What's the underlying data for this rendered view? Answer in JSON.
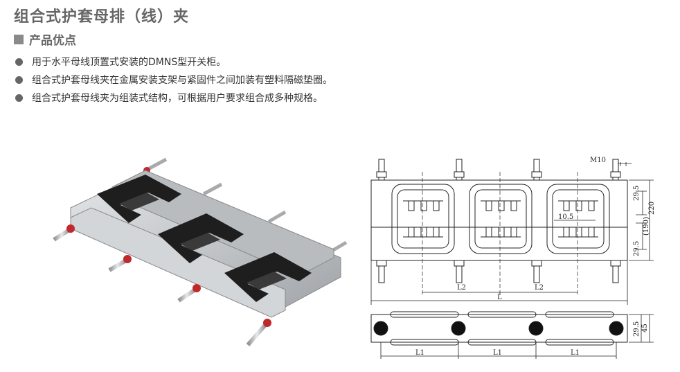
{
  "page": {
    "title": "组合式护套母排（线）夹",
    "section_title": "产品优点",
    "features": [
      "用于水平母线顶置式安装的DMNS型开关柜。",
      "组合式护套母线夹在金属安装支架与紧固件之间加装有塑料隔磁垫圈。",
      "组合式护套母线夹为组装式结构，可根据用户要求组合成多种规格。"
    ]
  },
  "drawing": {
    "labels": {
      "m10": "M10",
      "d29_top": "29.5",
      "d220": "220",
      "d190": "(190)",
      "d10_5": "10.5",
      "d29_bottom": "29.5",
      "l2_left": "L2",
      "l2_right": "L2",
      "l_total": "L",
      "s29_5": "29.5",
      "s45": "45",
      "l1_a": "L1",
      "l1_b": "L1",
      "l1_c": "L1"
    }
  },
  "colors": {
    "title_gray": "#666666",
    "clamp_black": "#1e1e1e",
    "metal": "#c9ccce",
    "washer_red": "#c0282b"
  }
}
